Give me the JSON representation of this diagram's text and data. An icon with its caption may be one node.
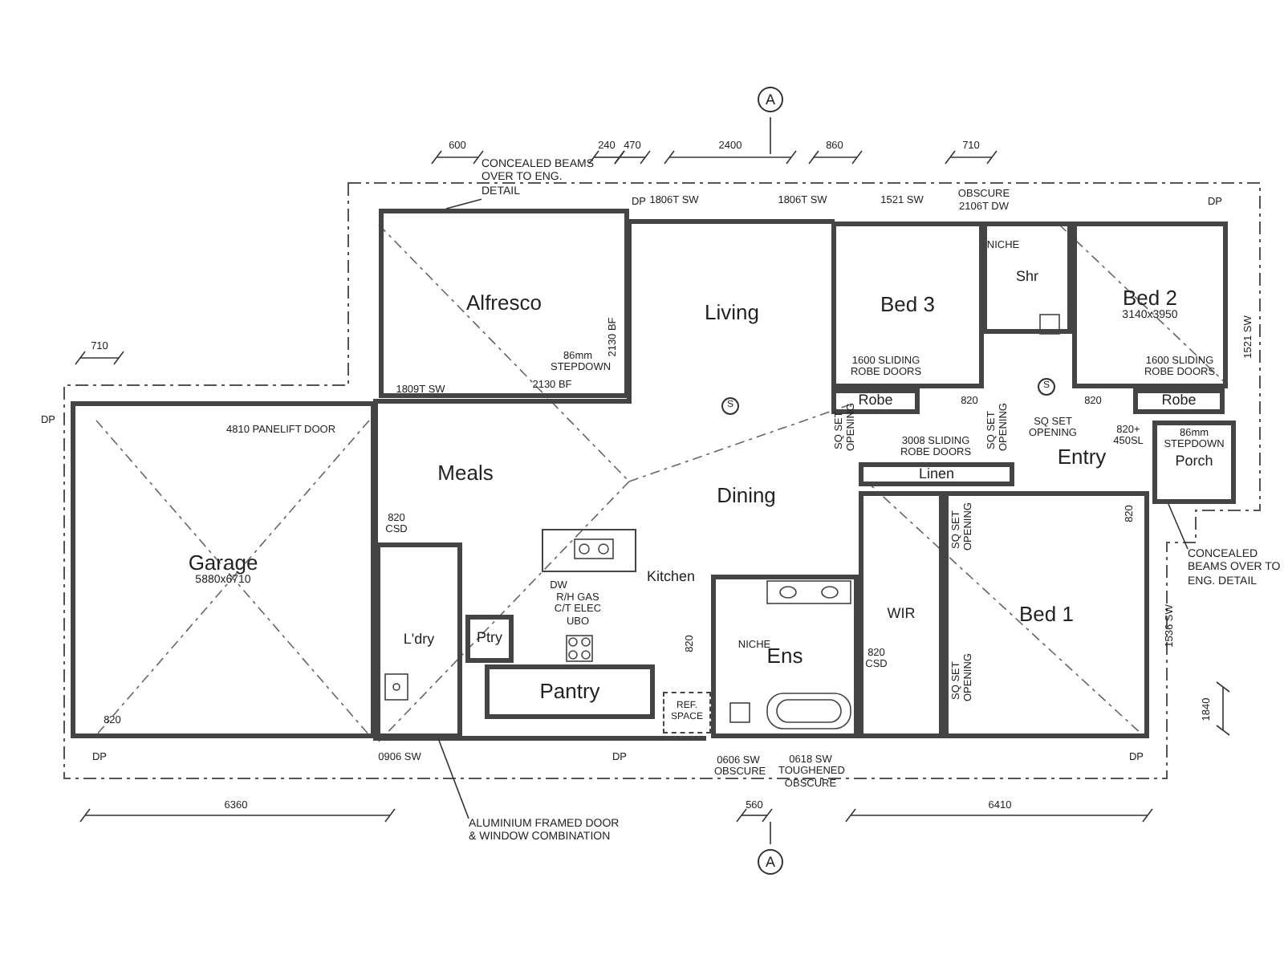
{
  "diagram": {
    "nodes": [
      {
        "text": [
          "Alfresco"
        ]
      },
      {
        "text": [
          "Living"
        ]
      },
      {
        "text": [
          "Bed 3"
        ]
      },
      {
        "text": [
          "Shr"
        ]
      },
      {
        "text": [
          "Bed 2",
          "3140x3950"
        ]
      },
      {
        "text": [
          "Robe"
        ]
      },
      {
        "text": [
          "Robe"
        ]
      },
      {
        "text": [
          "Garage",
          "5880x6710"
        ]
      },
      {
        "text": [
          "Meals"
        ]
      },
      {
        "text": [
          "Dining"
        ]
      },
      {
        "text": [
          "Linen"
        ]
      },
      {
        "text": [
          "Entry"
        ]
      },
      {
        "text": [
          "Porch"
        ]
      },
      {
        "text": [
          "Kitchen"
        ]
      },
      {
        "text": [
          "L'dry"
        ]
      },
      {
        "text": [
          "Ptry"
        ]
      },
      {
        "text": [
          "Pantry"
        ]
      },
      {
        "text": [
          "REF. SPACE"
        ]
      },
      {
        "text": [
          "Ens"
        ]
      },
      {
        "text": [
          "WIR"
        ]
      },
      {
        "text": [
          "Bed 1"
        ]
      },
      {
        "text": [
          "CONCEALED BEAMS OVER TO ENG. DETAIL"
        ]
      },
      {
        "text": [
          "CONCEALED BEAMS OVER TO ENG. DETAIL"
        ]
      },
      {
        "text": [
          "ALUMINIUM FRAMED DOOR & WINDOW COMBINATION"
        ]
      }
    ],
    "edges": [
      {
        "from": 21,
        "to": 0,
        "arrow": "none"
      },
      {
        "from": 22,
        "to": 12,
        "arrow": "none"
      },
      {
        "from": 23,
        "to": 14,
        "arrow": "none"
      }
    ],
    "labels": [
      "A",
      "600",
      "240",
      "470",
      "2400",
      "860",
      "710",
      "DP",
      "1806T SW",
      "1806T SW",
      "1521 SW",
      "OBSCURE",
      "2106T DW",
      "DP",
      "710",
      "NICHE",
      "2130 BF",
      "1521 SW",
      "86mm STEPDOWN",
      "2130 BF",
      "1809T SW",
      "1600 SLIDING ROBE DOORS",
      "1600 SLIDING ROBE DOORS",
      "S",
      "S",
      "820",
      "820",
      "DP",
      "4810 PANELIFT DOOR",
      "SQ SET OPENING",
      "3008 SLIDING ROBE DOORS",
      "SQ SET OPENING",
      "SQ SET OPENING",
      "820+ 450SL",
      "86mm STEPDOWN",
      "820 CSD",
      "SQ SET OPENING",
      "820",
      "DW",
      "R/H GAS C/T ELEC UBO",
      "NICHE",
      "820",
      "820 CSD",
      "SQ SET OPENING",
      "1536 SW",
      "1840",
      "820",
      "DP",
      "0906 SW",
      "DP",
      "0606 SW OBSCURE",
      "0618 SW TOUGHENED OBSCURE",
      "DP",
      "6360",
      "560",
      "6410",
      "A"
    ]
  }
}
